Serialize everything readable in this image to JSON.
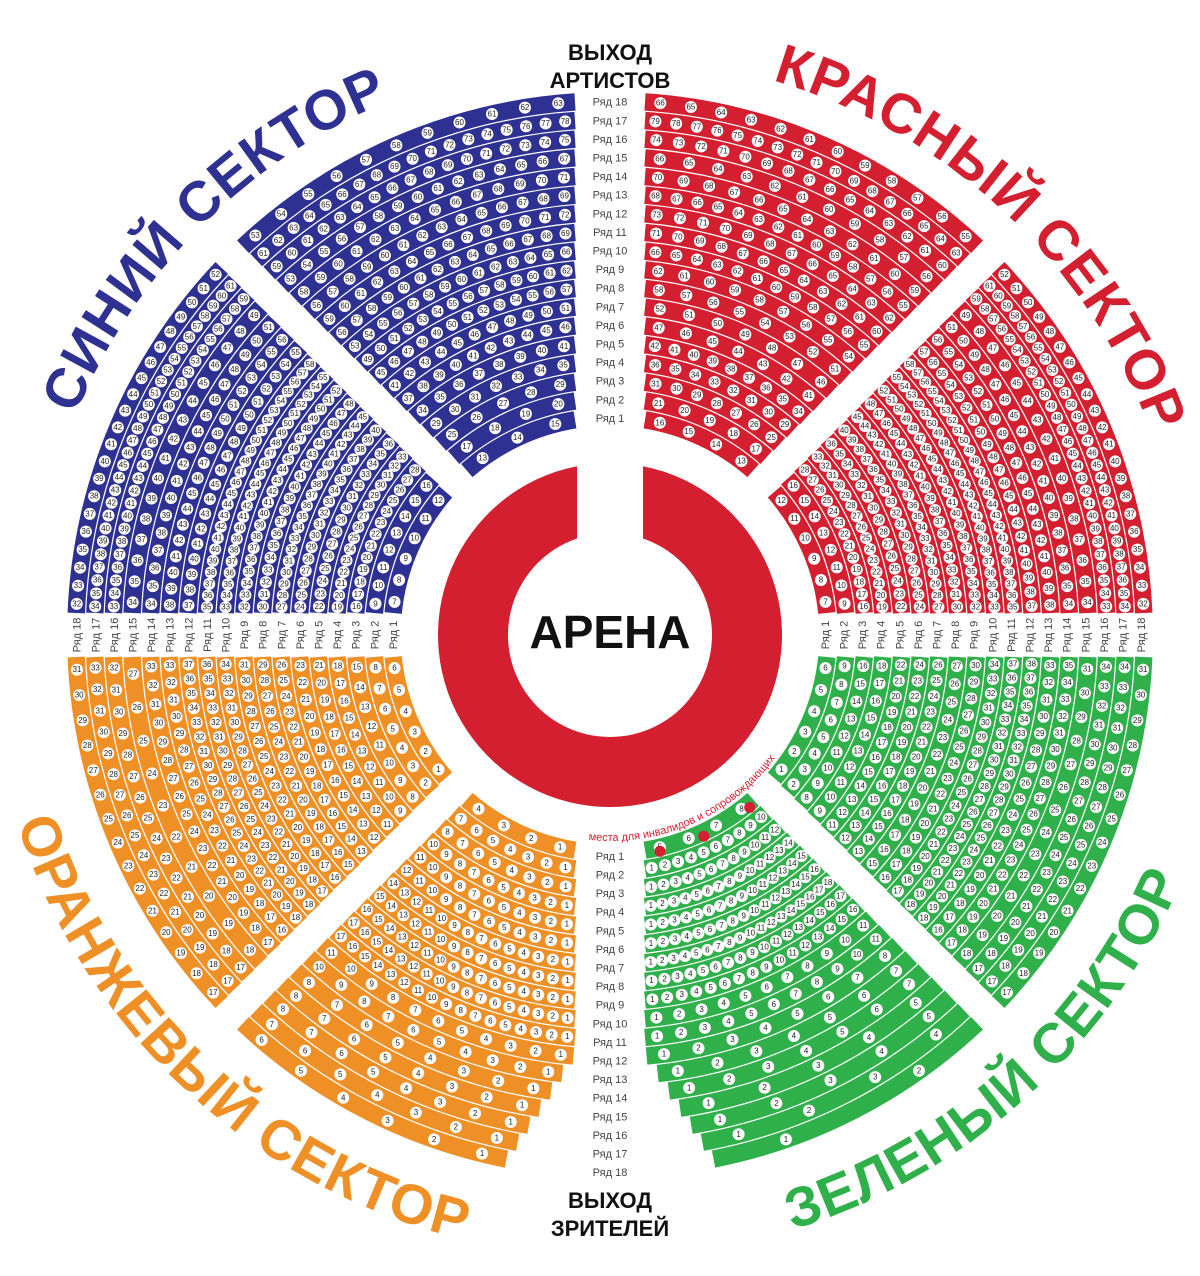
{
  "exits": {
    "top": [
      "ВЫХОД",
      "АРТИСТОВ"
    ],
    "bottom": [
      "ВЫХОД",
      "ЗРИТЕЛЕЙ"
    ]
  },
  "arena": {
    "label": "АРЕНА",
    "color": "#d31f30"
  },
  "row_labels": [
    "Ряд 1",
    "Ряд 2",
    "Ряд 3",
    "Ряд 4",
    "Ряд 5",
    "Ряд 6",
    "Ряд 7",
    "Ряд 8",
    "Ряд 9",
    "Ряд 10",
    "Ряд 11",
    "Ряд 12",
    "Ряд 13",
    "Ряд 14",
    "Ряд 15",
    "Ряд 16",
    "Ряд 17",
    "Ряд 18"
  ],
  "accessibility_note": {
    "text": "места для инвалидов и сопровождающих",
    "color": "#d31f30",
    "spots": 3
  },
  "sectors": [
    {
      "id": "blue",
      "name": "СИНИЙ СЕКТОР",
      "color": "#2e3192",
      "blocks": [
        {
          "id": "blue-top",
          "rows": [
            [
              13,
              15
            ],
            [
              17,
              20
            ],
            [
              25,
              29
            ],
            [
              29,
              35
            ],
            [
              34,
              41
            ],
            [
              37,
              46
            ],
            [
              41,
              51
            ],
            [
              45,
              57
            ],
            [
              49,
              62
            ],
            [
              53,
              66
            ],
            [
              56,
              69
            ],
            [
              59,
              72
            ],
            [
              56,
              69
            ],
            [
              58,
              71
            ],
            [
              53,
              67
            ],
            [
              59,
              75
            ],
            [
              61,
              78
            ],
            [
              53,
              63
            ]
          ]
        },
        {
          "id": "blue-left",
          "rows": [
            [
              7,
              12
            ],
            [
              9,
              16
            ],
            [
              16,
              28
            ],
            [
              19,
              33
            ],
            [
              22,
              36
            ],
            [
              24,
              40
            ],
            [
              27,
              45
            ],
            [
              30,
              48
            ],
            [
              32,
              52
            ],
            [
              33,
              55
            ],
            [
              35,
              58
            ],
            [
              37,
              55
            ],
            [
              38,
              56
            ],
            [
              34,
              51
            ],
            [
              34,
              49
            ],
            [
              33,
              59
            ],
            [
              34,
              61
            ],
            [
              32,
              52
            ]
          ]
        }
      ]
    },
    {
      "id": "red",
      "name": "КРАСНЫЙ СЕКТОР",
      "color": "#d31f30",
      "blocks": [
        {
          "id": "red-top",
          "rows": [
            [
              13,
              16
            ],
            [
              17,
              21
            ],
            [
              25,
              31
            ],
            [
              29,
              36
            ],
            [
              34,
              42
            ],
            [
              41,
              47
            ],
            [
              46,
              52
            ],
            [
              51,
              58
            ],
            [
              54,
              62
            ],
            [
              55,
              66
            ],
            [
              60,
              71
            ],
            [
              62,
              73
            ],
            [
              55,
              68
            ],
            [
              59,
              70
            ],
            [
              56,
              66
            ],
            [
              60,
              74
            ],
            [
              63,
              79
            ],
            [
              55,
              66
            ]
          ]
        },
        {
          "id": "red-right",
          "rows": [
            [
              7,
              12
            ],
            [
              9,
              16
            ],
            [
              16,
              28
            ],
            [
              19,
              33
            ],
            [
              22,
              36
            ],
            [
              24,
              40
            ],
            [
              27,
              45
            ],
            [
              30,
              48
            ],
            [
              32,
              52
            ],
            [
              33,
              55
            ],
            [
              35,
              58
            ],
            [
              37,
              57
            ],
            [
              38,
              56
            ],
            [
              34,
              51
            ],
            [
              34,
              49
            ],
            [
              33,
              59
            ],
            [
              34,
              61
            ],
            [
              32,
              52
            ]
          ]
        }
      ]
    },
    {
      "id": "green",
      "name": "ЗЕЛЕНЫЙ СЕКТОР",
      "color": "#2fb04a",
      "blocks": [
        {
          "id": "green-right",
          "rows": [
            [
              1,
              6
            ],
            [
              2,
              9
            ],
            [
              8,
              16
            ],
            [
              9,
              18
            ],
            [
              11,
              22
            ],
            [
              12,
              24
            ],
            [
              13,
              26
            ],
            [
              15,
              27
            ],
            [
              16,
              30
            ],
            [
              17,
              34
            ],
            [
              18,
              37
            ],
            [
              18,
              38
            ],
            [
              16,
              33
            ],
            [
              17,
              35
            ],
            [
              18,
              31
            ],
            [
              17,
              34
            ],
            [
              17,
              34
            ],
            [
              17,
              31
            ]
          ]
        },
        {
          "id": "green-bottom",
          "rows": [
            [
              5,
              8
            ],
            [
              1,
              10
            ],
            [
              1,
              12
            ],
            [
              1,
              14
            ],
            [
              1,
              15
            ],
            [
              1,
              16
            ],
            [
              1,
              18
            ],
            [
              1,
              17
            ],
            [
              1,
              16
            ],
            [
              1,
              11
            ],
            [
              1,
              11
            ],
            [
              1,
              8
            ],
            [
              1,
              7
            ],
            [
              1,
              7
            ],
            [
              1,
              5
            ],
            [
              1,
              5
            ],
            [
              1,
              4
            ],
            [
              1,
              2
            ]
          ]
        }
      ]
    },
    {
      "id": "orange",
      "name": "ОРАНЖЕВЫЙ СЕКТОР",
      "color": "#ef9027",
      "blocks": [
        {
          "id": "orange-bottom",
          "rows": [
            [
              1,
              4
            ],
            [
              1,
              7
            ],
            [
              1,
              8
            ],
            [
              1,
              10
            ],
            [
              1,
              11
            ],
            [
              1,
              12
            ],
            [
              1,
              14
            ],
            [
              1,
              15
            ],
            [
              1,
              16
            ],
            [
              1,
              17
            ],
            [
              1,
              17
            ],
            [
              1,
              11
            ],
            [
              1,
              10
            ],
            [
              1,
              8
            ],
            [
              1,
              8
            ],
            [
              1,
              8
            ],
            [
              1,
              7
            ],
            [
              1,
              6
            ]
          ]
        },
        {
          "id": "orange-left",
          "rows": [
            [
              1,
              6
            ],
            [
              2,
              8
            ],
            [
              8,
              15
            ],
            [
              9,
              18
            ],
            [
              11,
              21
            ],
            [
              12,
              23
            ],
            [
              13,
              26
            ],
            [
              15,
              29
            ],
            [
              16,
              31
            ],
            [
              17,
              34
            ],
            [
              18,
              36
            ],
            [
              18,
              37
            ],
            [
              16,
              33
            ],
            [
              17,
              33
            ],
            [
              18,
              27
            ],
            [
              17,
              32
            ],
            [
              17,
              33
            ],
            [
              17,
              31
            ]
          ]
        }
      ]
    }
  ]
}
